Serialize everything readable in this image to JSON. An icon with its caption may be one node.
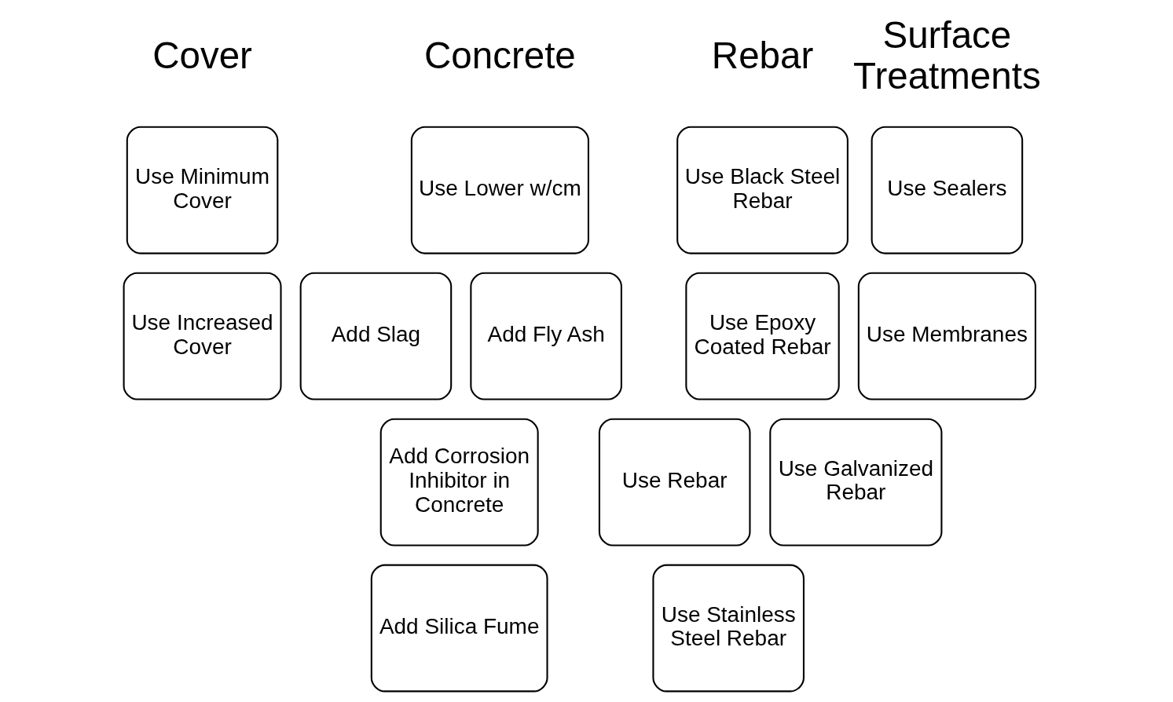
{
  "diagram": {
    "nodes": [
      {
        "text": [
          "Use Minimum Cover"
        ]
      },
      {
        "text": [
          "Use Increased Cover"
        ]
      },
      {
        "text": [
          "Use Lower w/cm"
        ]
      },
      {
        "text": [
          "Add Slag"
        ]
      },
      {
        "text": [
          "Add Fly Ash"
        ]
      },
      {
        "text": [
          "Add Corrosion Inhibitor in Concrete"
        ]
      },
      {
        "text": [
          "Add Silica Fume"
        ]
      },
      {
        "text": [
          "Use Black Steel Rebar"
        ]
      },
      {
        "text": [
          "Use Epoxy Coated Rebar"
        ]
      },
      {
        "text": [
          "Use Rebar"
        ]
      },
      {
        "text": [
          "Use Galvanized Rebar"
        ]
      },
      {
        "text": [
          "Use Stainless Steel Rebar"
        ]
      },
      {
        "text": [
          "Use Sealers"
        ]
      },
      {
        "text": [
          "Use Membranes"
        ]
      }
    ],
    "edges": [],
    "labels": [
      "Cover",
      "Concrete",
      "Rebar",
      "Surface Treatments"
    ]
  }
}
